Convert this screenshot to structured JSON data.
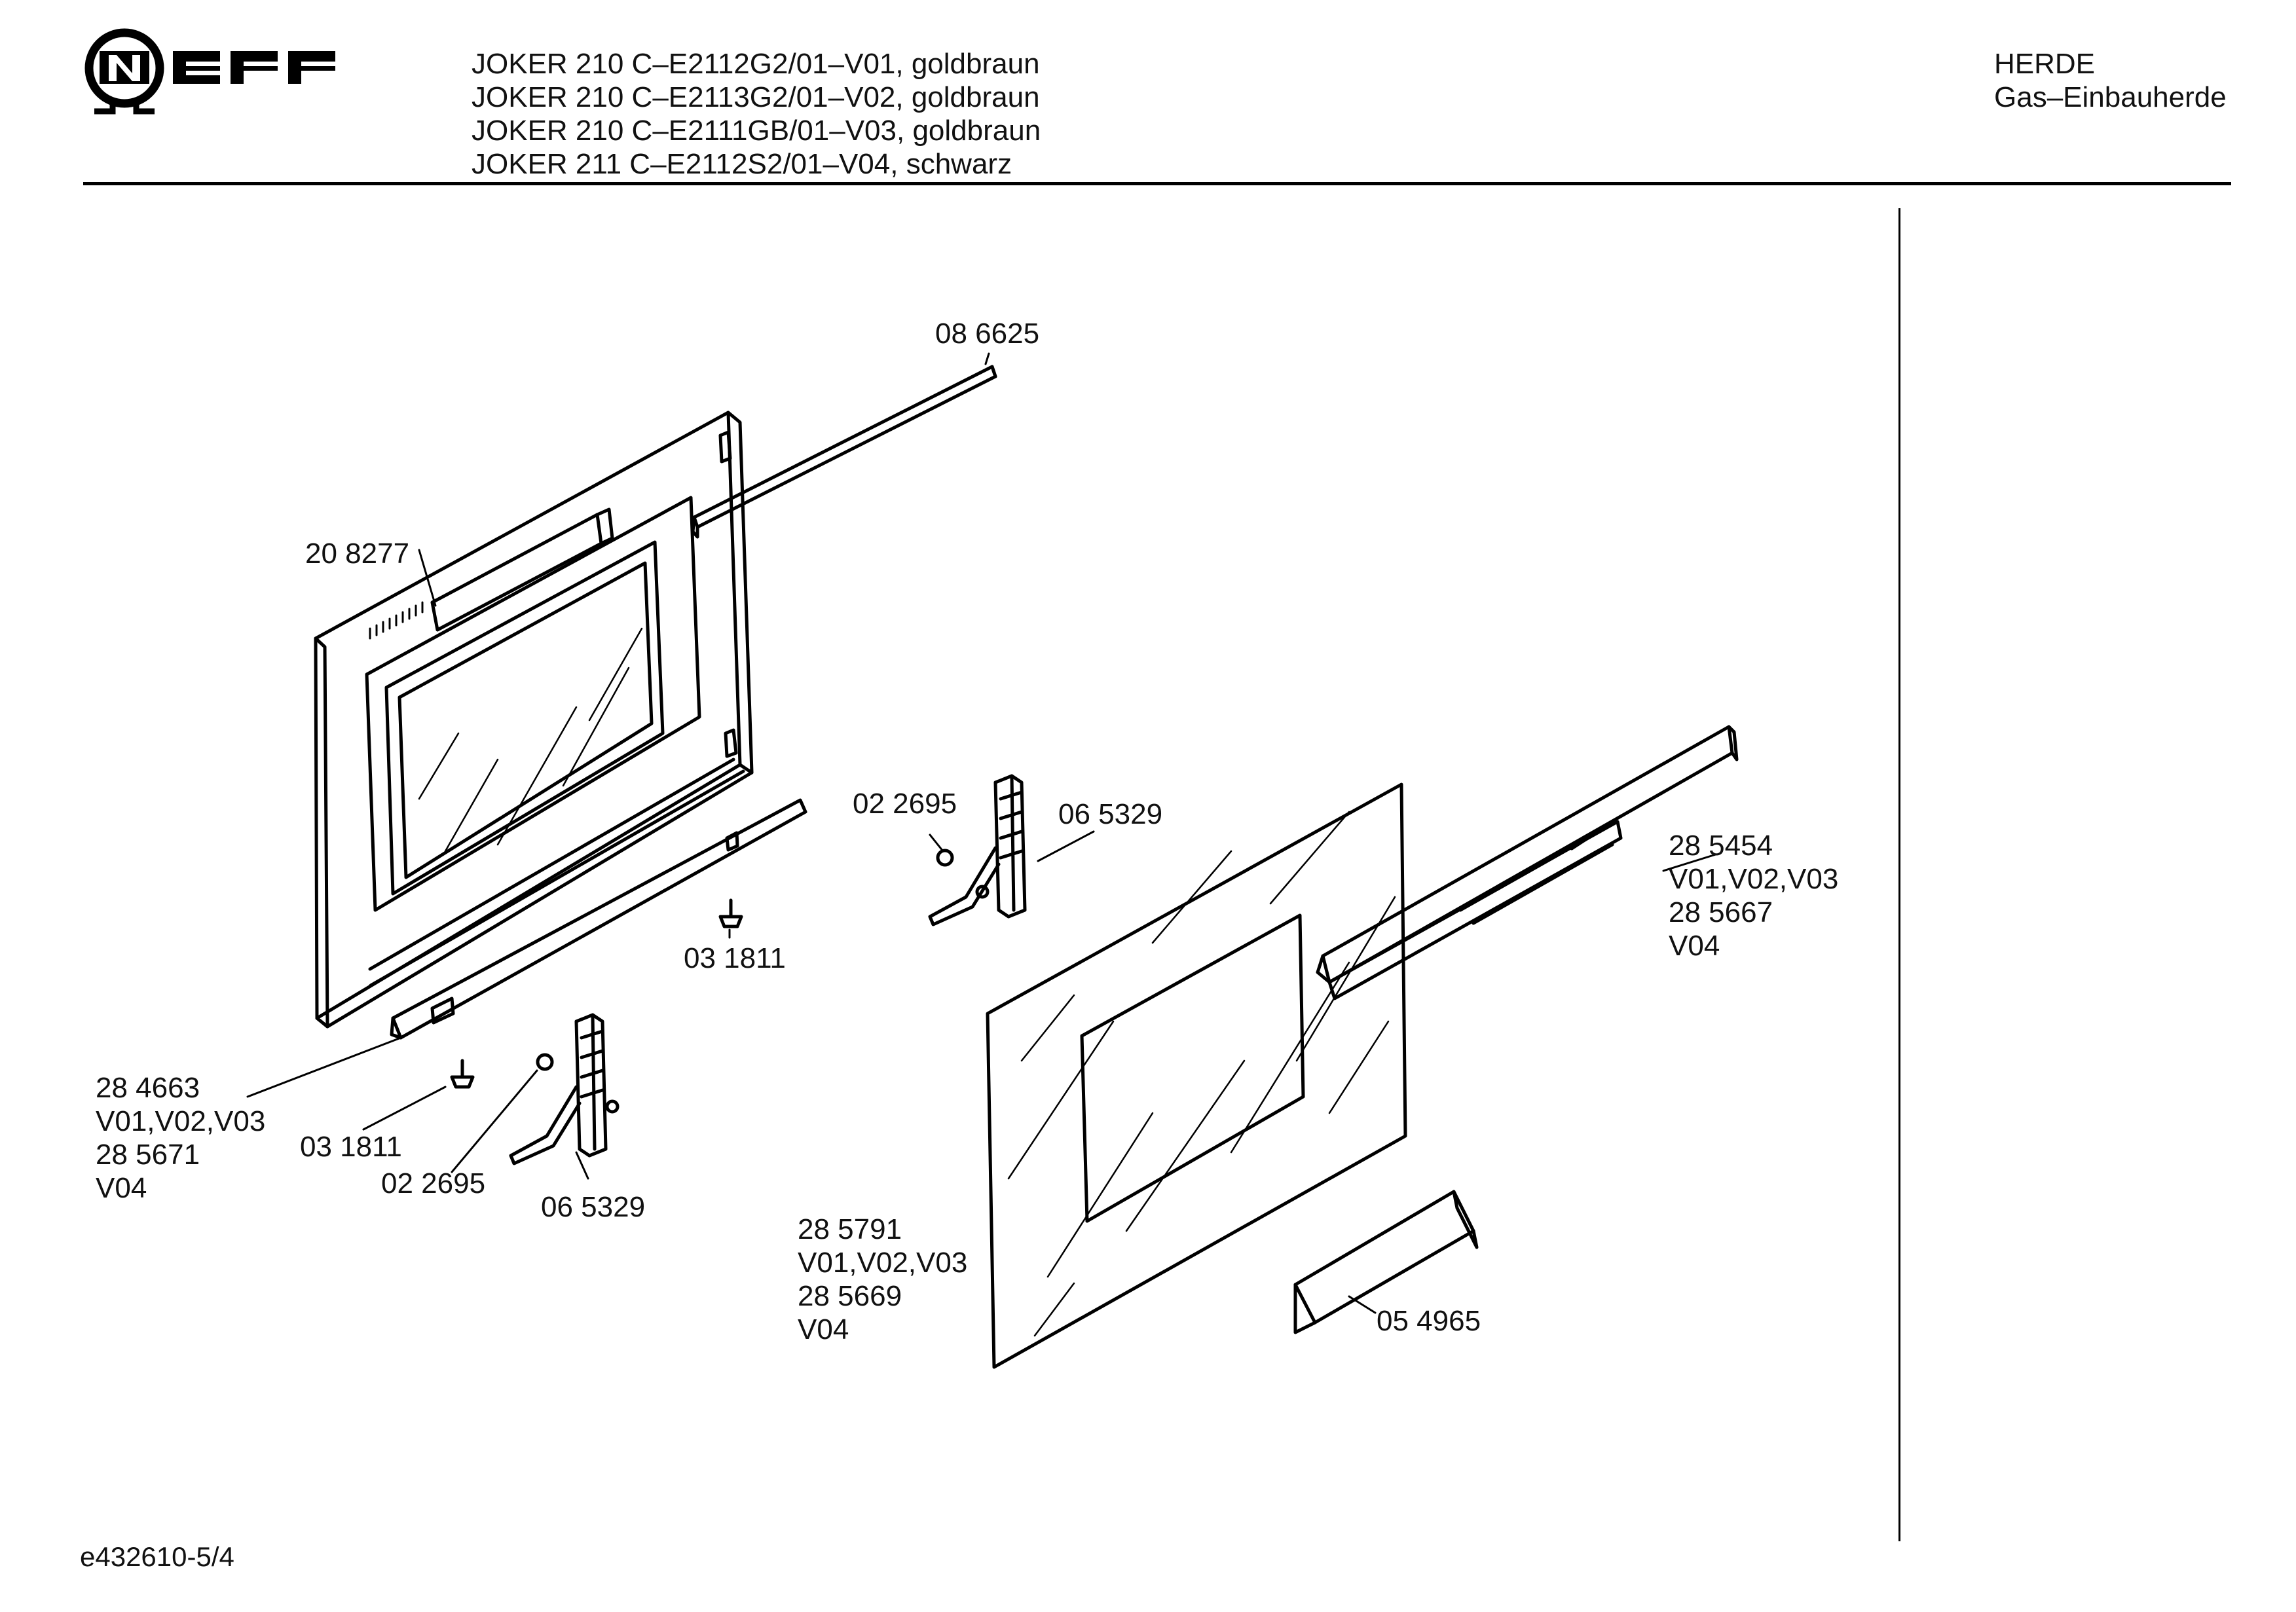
{
  "header": {
    "brand": "NEFF",
    "models": [
      "JOKER 210 C–E2112G2/01–V01, goldbraun",
      "JOKER 210 C–E2113G2/01–V02, goldbraun",
      "JOKER 210 C–E2111GB/01–V03, goldbraun",
      "JOKER 211 C–E2112S2/01–V04, schwarz"
    ],
    "category": "HERDE",
    "subcategory": "Gas–Einbauherde"
  },
  "labels": {
    "p086625": "08 6625",
    "p208277": "20 8277",
    "p022695_upper": "02 2695",
    "p065329_upper": "06 5329",
    "p031811_upper": "03 1811",
    "p284663": [
      "28 4663",
      "V01,V02,V03",
      "28 5671",
      "V04"
    ],
    "p031811_lower": "03 1811",
    "p022695_lower": "02 2695",
    "p065329_lower": "06 5329",
    "p285454": [
      "28 5454",
      "V01,V02,V03",
      "28 5667",
      "V04"
    ],
    "p285791": [
      "28 5791",
      "V01,V02,V03",
      "28 5669",
      "V04"
    ],
    "p054965": "05 4965"
  },
  "footer": {
    "drawing_id": "e432610-5/4"
  }
}
